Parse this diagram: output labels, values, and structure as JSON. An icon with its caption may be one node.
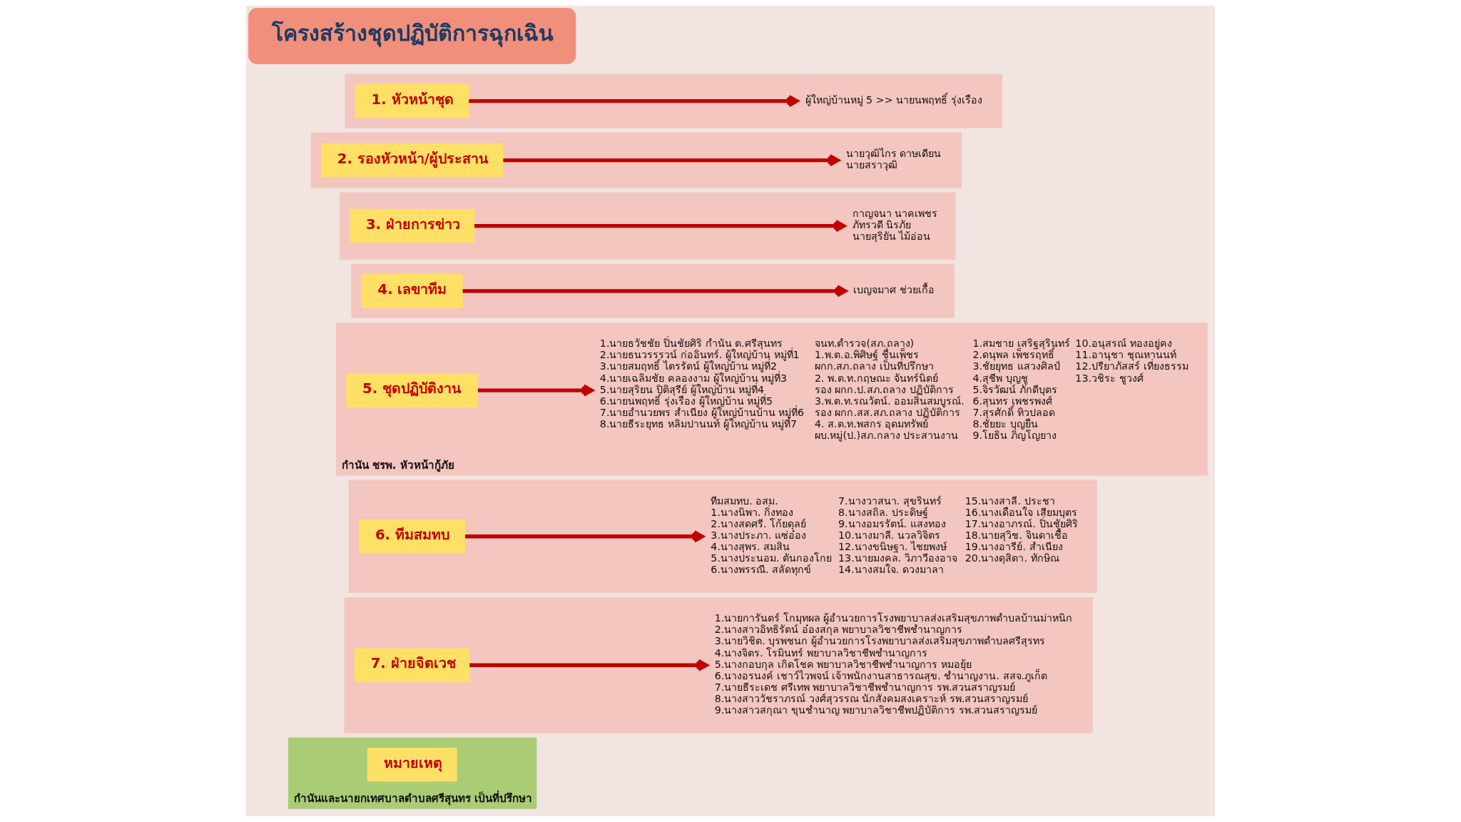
{
  "diagram": {
    "nodes": [
      {
        "text": [
          "โครงสร้างชุดปฏิบัติการฉุกเฉิน"
        ]
      },
      {
        "text": [],
        "shape": "box"
      },
      {
        "text": [
          "1. หัวหน้าชุด"
        ],
        "in": 1
      },
      {
        "text": [
          "ผู้ใหญ่บ้านหมู่ 5 >> นายนพฤทธิ์ รุ่งเรือง"
        ],
        "in": 1
      },
      {
        "text": [],
        "shape": "box"
      },
      {
        "text": [
          "2. รองหัวหน้า/ผู้ประสาน"
        ],
        "in": 4
      },
      {
        "text": [
          "นายวุฒิไกร ดาษเดียน",
          "นายสราวุฒิ"
        ],
        "in": 4
      },
      {
        "text": [],
        "shape": "box"
      },
      {
        "text": [
          "3. ฝ่ายการข่าว"
        ],
        "in": 7
      },
      {
        "text": [
          "กาญจนา นาคเพชร",
          "ภัทรวดี นิรภัย",
          "นายสุริยัน ไม้อ่อน"
        ],
        "in": 7
      },
      {
        "text": [],
        "shape": "box"
      },
      {
        "text": [
          "4. เลขาทีม"
        ],
        "in": 10
      },
      {
        "text": [
          "เบญจมาศ ช่วยเกื้อ"
        ],
        "in": 10
      },
      {
        "text": [
          "กำนัน ชรพ. หัวหน้ากู้ภัย"
        ]
      },
      {
        "text": [
          "5. ชุดปฏิบัติงาน"
        ],
        "in": 13
      },
      {
        "text": [
          "1.นายธวัชชัย ปิ่นชัยศิริ กำนัน ต.ศรีสุนทร",
          "2.นายธนวรรรวน์ ก่ออินทร์. ผู้ใหญ่บ้าน หมู่ที่1",
          "3.นายสมฤทธิ์ ไตรรัตน์ ผู้ใหญ่บ้าน หมู่ที่2",
          "4.นายเฉลิมชัย คลองงาม ผู้ใหญ่บ้าน หมู่ที่3",
          "5.นายสุริยน ปิติสุรีย์ ผู้ใหญ่บ้าน หมู่ที่4",
          "6.นายนพฤทธิ์ รุ่งเรือง ผู้ใหญ่บ้าน หมู่ที่5",
          "7.นายอำนวยพร สำเนียง ผู้ใหญ่บ้านบ้าน หมู่ที่6",
          "8.นายธีระยุทธ หลิมปานนท์ ผู้ใหญ่บ้าน หมู่ที่7",
          "จนท.ตำรวจ(สภ.ถลาง)",
          "1.พ.ต.อ.พิศิษฐ์ ชื่นเพ็ชร",
          "ผกก.สภ.ถลาง เป็นที่ปรึกษา",
          "2. พ.ต.ท.กฤษณะ จันทร์นิตย์",
          "รอง ผกก.ป.สภ.ถลาง ปฏิบัติการ",
          "3.พ.ต.ท.รณวัตน์. ออมสินสมบูรณ์.",
          "รอง ผกก.สส.สภ.ถลาง ปฏิบัติการ",
          "4. ส.ต.ท.พสกร อุดมทรัพย์",
          "ผบ.หมู่(ป.)สภ.กลาง ประสานงาน",
          "1.สมชาย เสริฐสุรินทร์",
          "2.ดนุพล เพ็ชรฤทธิ์",
          "3.ชัยยุทธ แสวงศิลป์",
          "4.สุชีพ บุญชู",
          "5.จิรวัฒน์ ภักดีบุตร",
          "6.สุนทร เพชรพงศ์",
          "7.สุรศักดิ์ ทิวปลอด",
          "8.ชัยยะ บุญยืน",
          "9.โยธิน ภิญโญยาง",
          "10.อนุสรณ์ ทองอยู่คง",
          "11.อานุชา ชุณหานนท์",
          "12.ปรียาภัสสร์ เที่ยงธรรม",
          "13.วชิระ ชูวงศ์"
        ],
        "in": 13
      },
      {
        "text": [],
        "shape": "box"
      },
      {
        "text": [
          "6. ทีมสมทบ"
        ],
        "in": 16
      },
      {
        "text": [
          "ทีมสมทบ. อสม.",
          "1.นางนิพา. กิ่งทอง",
          "2.นางสดศรี. โก้ยดุลย์",
          "3.นางประภา. แซ่อ๋อง",
          "4.นางสุพร. สมสิน",
          "5.นางประนอม. ตันกองโกย",
          "6.นางพรรณี. สลัดทุกข์",
          "7.นางวาสนา. สุขรินทร์",
          "8.นางสถิล. ประดิษฐ์",
          "9.นางอมรรัตน์. แสงทอง",
          "10.นางมาลี. นวลวิจิตร",
          "12.นางขนิษฐา. ไชยพงษ์",
          "13.นายมงคล. วิภาวีองอาจ",
          "14.นางสมใจ. ดวงมาลา",
          "15.นางสาลี. ประชา",
          "16.นางเดือนใจ เสียมบุตร",
          "17.นางอาภรณ์. ปิ่นชัยศิริ",
          "18.นายสุวิช. จินดาเชื้อ",
          "19.นางอารีย์. สำเนียง",
          "20.นางดุสิตา. ทักษิณ"
        ],
        "in": 16
      },
      {
        "text": [],
        "shape": "box"
      },
      {
        "text": [
          "7. ฝ่ายจิตเวช"
        ],
        "in": 19
      },
      {
        "text": [
          "1.นายการันตร์ โกมุทผล ผู้อำนวยการโรงพยาบาลส่งเสริมสุขภาพตำบลบ้านม่าหนิก",
          "2.นางสาวอิทธิรัตน์ อ๋องสกุล พยาบาลวิชาชีพชำนาญการ",
          "3.นายวิชิต. บุรพชนก ผู้อำนวยการโรงพยาบาลส่งเสริมสุขภาพตำบลศรีสุรทร",
          "4.นางจิตร. โรมินทร์ พยาบาลวิชาชีพชำนาญการ",
          "5.นางกอบกุล เกิดโชค พยาบาลวิชาชีพชำนาญการ หมอยุ้ย",
          "6.นางอรนงค์ เชาว์ไวพจน์ เจ้าพนักงานสาธารณสุข. ชำนาญงาน. สสจ.ภูเก็ต",
          "7.นายธีระเดช ศรีเทพ พยาบาลวิชาชีพชำนาญการ รพ.สวนสราญรมย์",
          "8.นางสาววัชราภรณ์ วงศ์สุวรรณ นักสังคมสงเคราะห์ รพ.สวนสราญรมย์",
          "9.นางสาวสกุณา ขุนชำนาญ พยาบาลวิชาชีพปฏิบัติการ รพ.สวนสราญรมย์"
        ],
        "in": 19
      },
      {
        "text": [
          "กำนันและนายกเทศบาลตำบลศรีสุนทร เป็นที่ปรึกษา"
        ]
      },
      {
        "text": [
          "หมายเหตุ"
        ],
        "in": 22
      }
    ],
    "edges": [
      {
        "from": 2,
        "to": 3,
        "arrow": "to"
      },
      {
        "from": 5,
        "to": 6,
        "arrow": "to"
      },
      {
        "from": 8,
        "to": 9,
        "arrow": "to"
      },
      {
        "from": 11,
        "to": 12,
        "arrow": "to"
      },
      {
        "from": 14,
        "to": 15,
        "arrow": "to"
      },
      {
        "from": 17,
        "to": 18,
        "arrow": "to"
      },
      {
        "from": 20,
        "to": 21,
        "arrow": "to"
      }
    ]
  }
}
